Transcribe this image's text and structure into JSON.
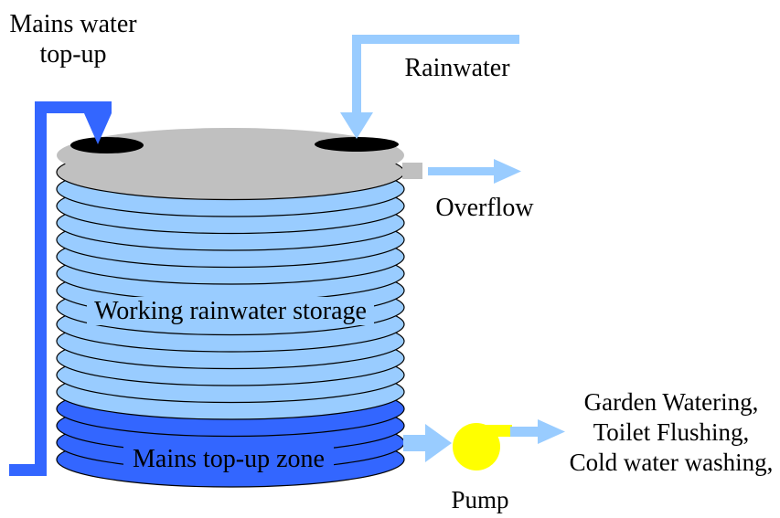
{
  "diagram": {
    "type": "rainwater-harvesting-system",
    "labels": {
      "mains_topup": {
        "line1": "Mains water",
        "line2": "top-up"
      },
      "rainwater": "Rainwater",
      "overflow": "Overflow",
      "working_storage": "Working rainwater storage",
      "mains_zone": "Mains top-up zone",
      "pump": "Pump",
      "uses": {
        "line1": "Garden Watering,",
        "line2": "Toilet Flushing,",
        "line3": "Cold water washing,"
      }
    },
    "icons": {
      "pump": "pump-icon",
      "mains_flow": "down-arrow-icon",
      "rain_flow": "down-arrow-icon",
      "overflow_flow": "right-arrow-icon",
      "outlet_flow": "right-arrow-icon",
      "supply_flow": "right-arrow-icon"
    },
    "colors": {
      "mains_blue": "#3366FF",
      "rain_light_blue": "#99CCFF",
      "tank_lid_gray": "#C0C0C0",
      "pump_yellow": "#FFFF00",
      "outline": "#000000",
      "text": "#000000",
      "background": "#FFFFFF"
    }
  }
}
